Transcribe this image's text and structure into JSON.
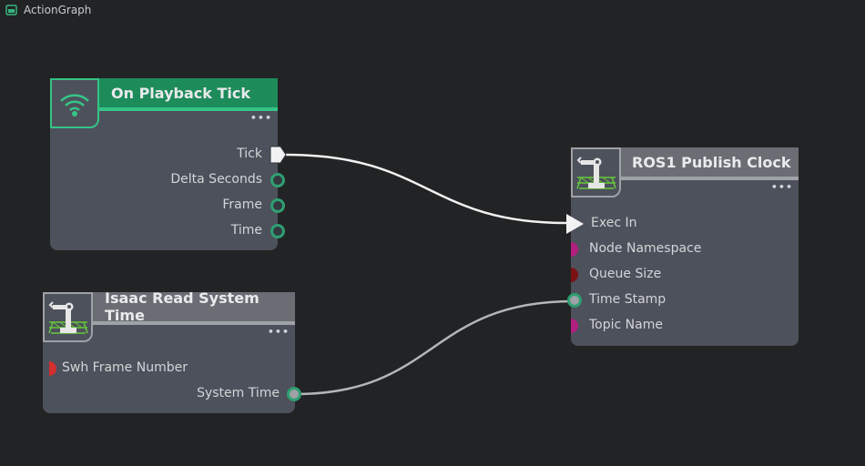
{
  "window": {
    "tab_label": "ActionGraph"
  },
  "colors": {
    "canvas_bg": "#222324",
    "node_body": "#4d515b",
    "event_header": "#1e8b5b",
    "event_header_line": "#35c486",
    "ros_header": "#6a6e74",
    "ros_header_line": "#9ea1a6",
    "port_green": "#2e9f72",
    "port_magenta": "#b2207f",
    "port_darkred": "#7c1313",
    "port_red": "#d22f2f",
    "edge_exec": "#f2f2f2",
    "edge_data": "#b4b6b8"
  },
  "nodes": {
    "on_playback_tick": {
      "title": "On Playback Tick",
      "icon": "wifi-icon",
      "menu": "•••",
      "outputs": [
        "Tick",
        "Delta Seconds",
        "Frame",
        "Time"
      ]
    },
    "isaac_read_system_time": {
      "title": "Isaac Read System Time",
      "icon": "robot-arm-icon",
      "menu": "•••",
      "inputs": [
        "Swh Frame Number"
      ],
      "outputs": [
        "System Time"
      ]
    },
    "ros1_publish_clock": {
      "title": "ROS1 Publish Clock",
      "icon": "robot-arm-icon",
      "menu": "•••",
      "inputs": [
        "Exec In",
        "Node Namespace",
        "Queue Size",
        "Time Stamp",
        "Topic Name"
      ]
    }
  },
  "edges": [
    {
      "from": "On Playback Tick.Tick",
      "to": "ROS1 Publish Clock.Exec In",
      "kind": "exec"
    },
    {
      "from": "Isaac Read System Time.System Time",
      "to": "ROS1 Publish Clock.Time Stamp",
      "kind": "data"
    }
  ]
}
